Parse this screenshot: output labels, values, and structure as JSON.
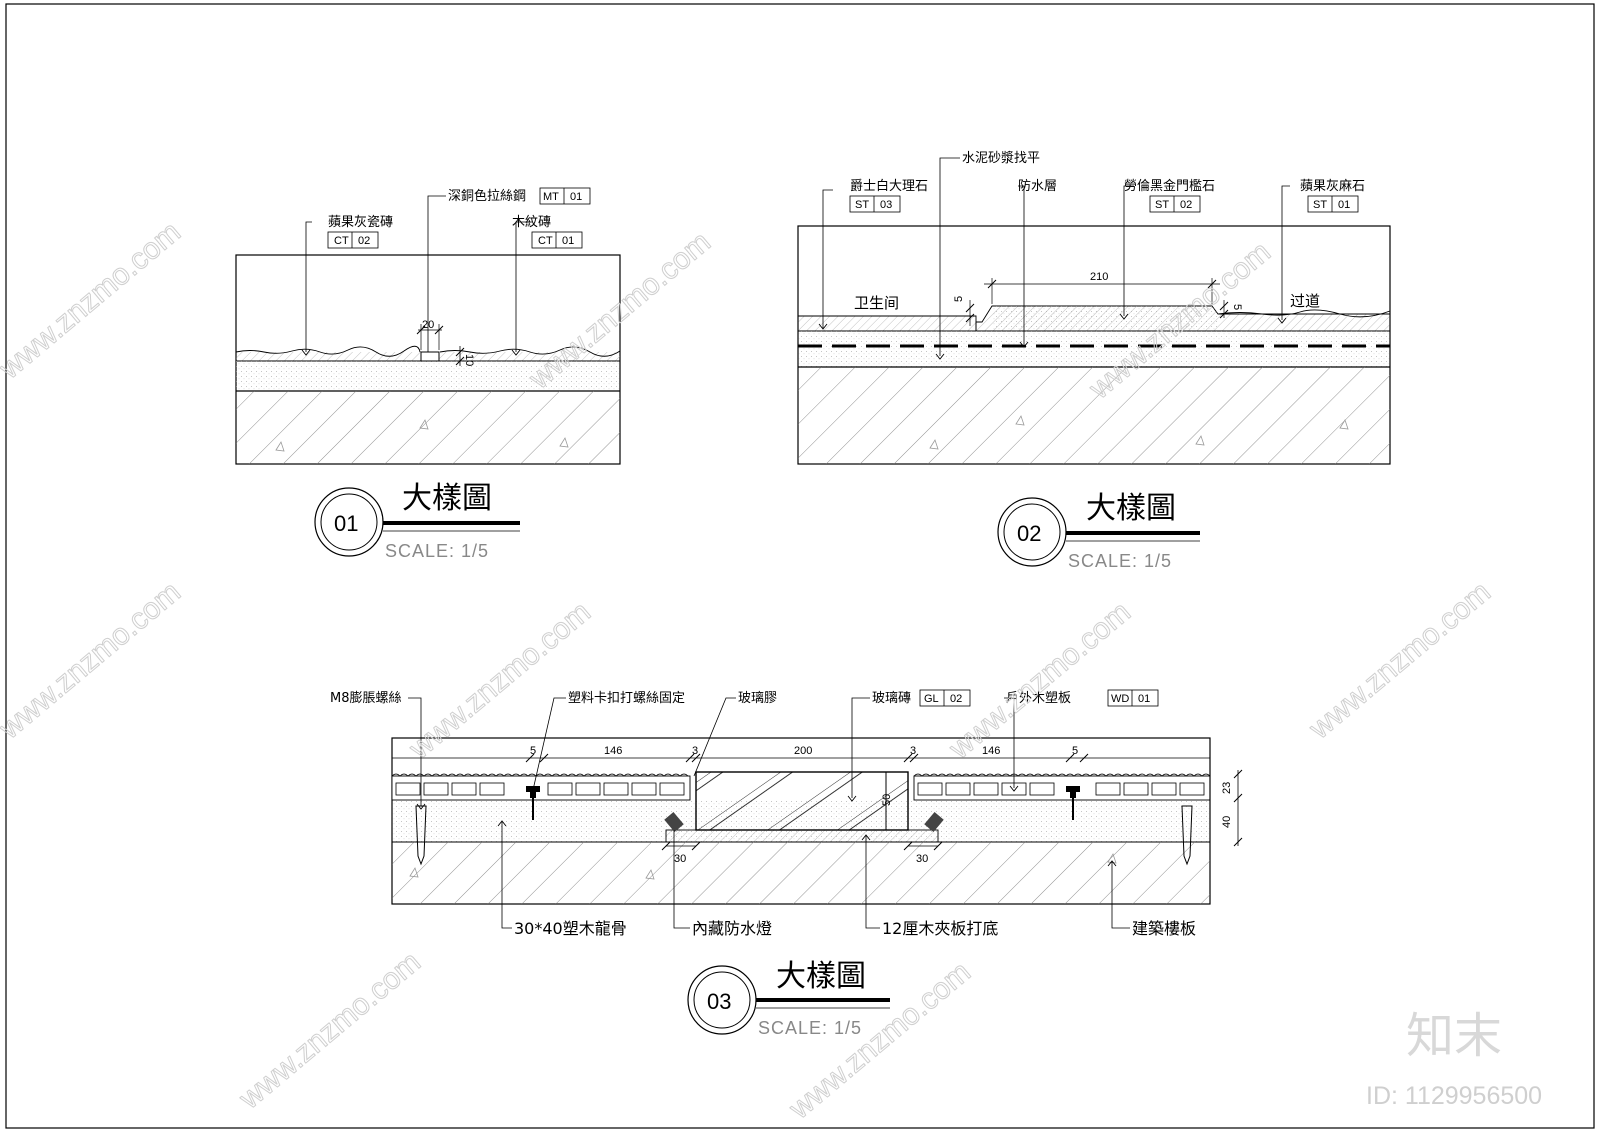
{
  "detail_01": {
    "number": "01",
    "title": "大樣圖",
    "scale": "SCALE:   1/5",
    "labels": {
      "apple_grey_tile": "蘋果灰瓷磚",
      "apple_grey_tile_tag": [
        "CT",
        "02"
      ],
      "bronze_steel": "深銅色拉絲鋼",
      "bronze_steel_tag": [
        "MT",
        "01"
      ],
      "wood_tile": "木紋磚",
      "wood_tile_tag": [
        "CT",
        "01"
      ]
    },
    "dims": {
      "width": "20",
      "height": "10"
    }
  },
  "detail_02": {
    "number": "02",
    "title": "大樣圖",
    "scale": "SCALE:   1/5",
    "labels": {
      "cement_mortar": "水泥砂漿找平",
      "jazz_white_marble": "爵士白大理石",
      "jazz_white_marble_tag": [
        "ST",
        "03"
      ],
      "waterproof_layer": "防水層",
      "black_gold_threshold": "勞倫黑金門檻石",
      "black_gold_threshold_tag": [
        "ST",
        "02"
      ],
      "apple_grey_granite": "蘋果灰麻石",
      "apple_grey_granite_tag": [
        "ST",
        "01"
      ],
      "bathroom": "卫生间",
      "corridor": "过道"
    },
    "dims": {
      "threshold_width": "210",
      "left_step": "5",
      "right_step": "5"
    }
  },
  "detail_03": {
    "number": "03",
    "title": "大樣圖",
    "scale": "SCALE:   1/5",
    "labels": {
      "m8_anchor": "M8膨脹螺絲",
      "plastic_clip": "塑料卡扣打螺絲固定",
      "glass_glue": "玻璃膠",
      "glass_brick": "玻璃磚",
      "glass_brick_tag": [
        "GL",
        "02"
      ],
      "outdoor_wpc": "戶外木塑板",
      "outdoor_wpc_tag": [
        "WD",
        "01"
      ],
      "wpc_joist": "30*40塑木龍骨",
      "hidden_light": "內藏防水燈",
      "plywood_base": "12厘木夾板打底",
      "floor_slab": "建築樓板"
    },
    "dims": {
      "top": [
        "5",
        "146",
        "3",
        "200",
        "3",
        "146",
        "5"
      ],
      "bottom_left": "30",
      "bottom_right": "30",
      "right_upper": "23",
      "right_lower": "40",
      "glass_height": "50"
    }
  },
  "watermark": {
    "site": "www.znzmo.com",
    "logo": "知末",
    "id": "ID: 1129956500"
  }
}
